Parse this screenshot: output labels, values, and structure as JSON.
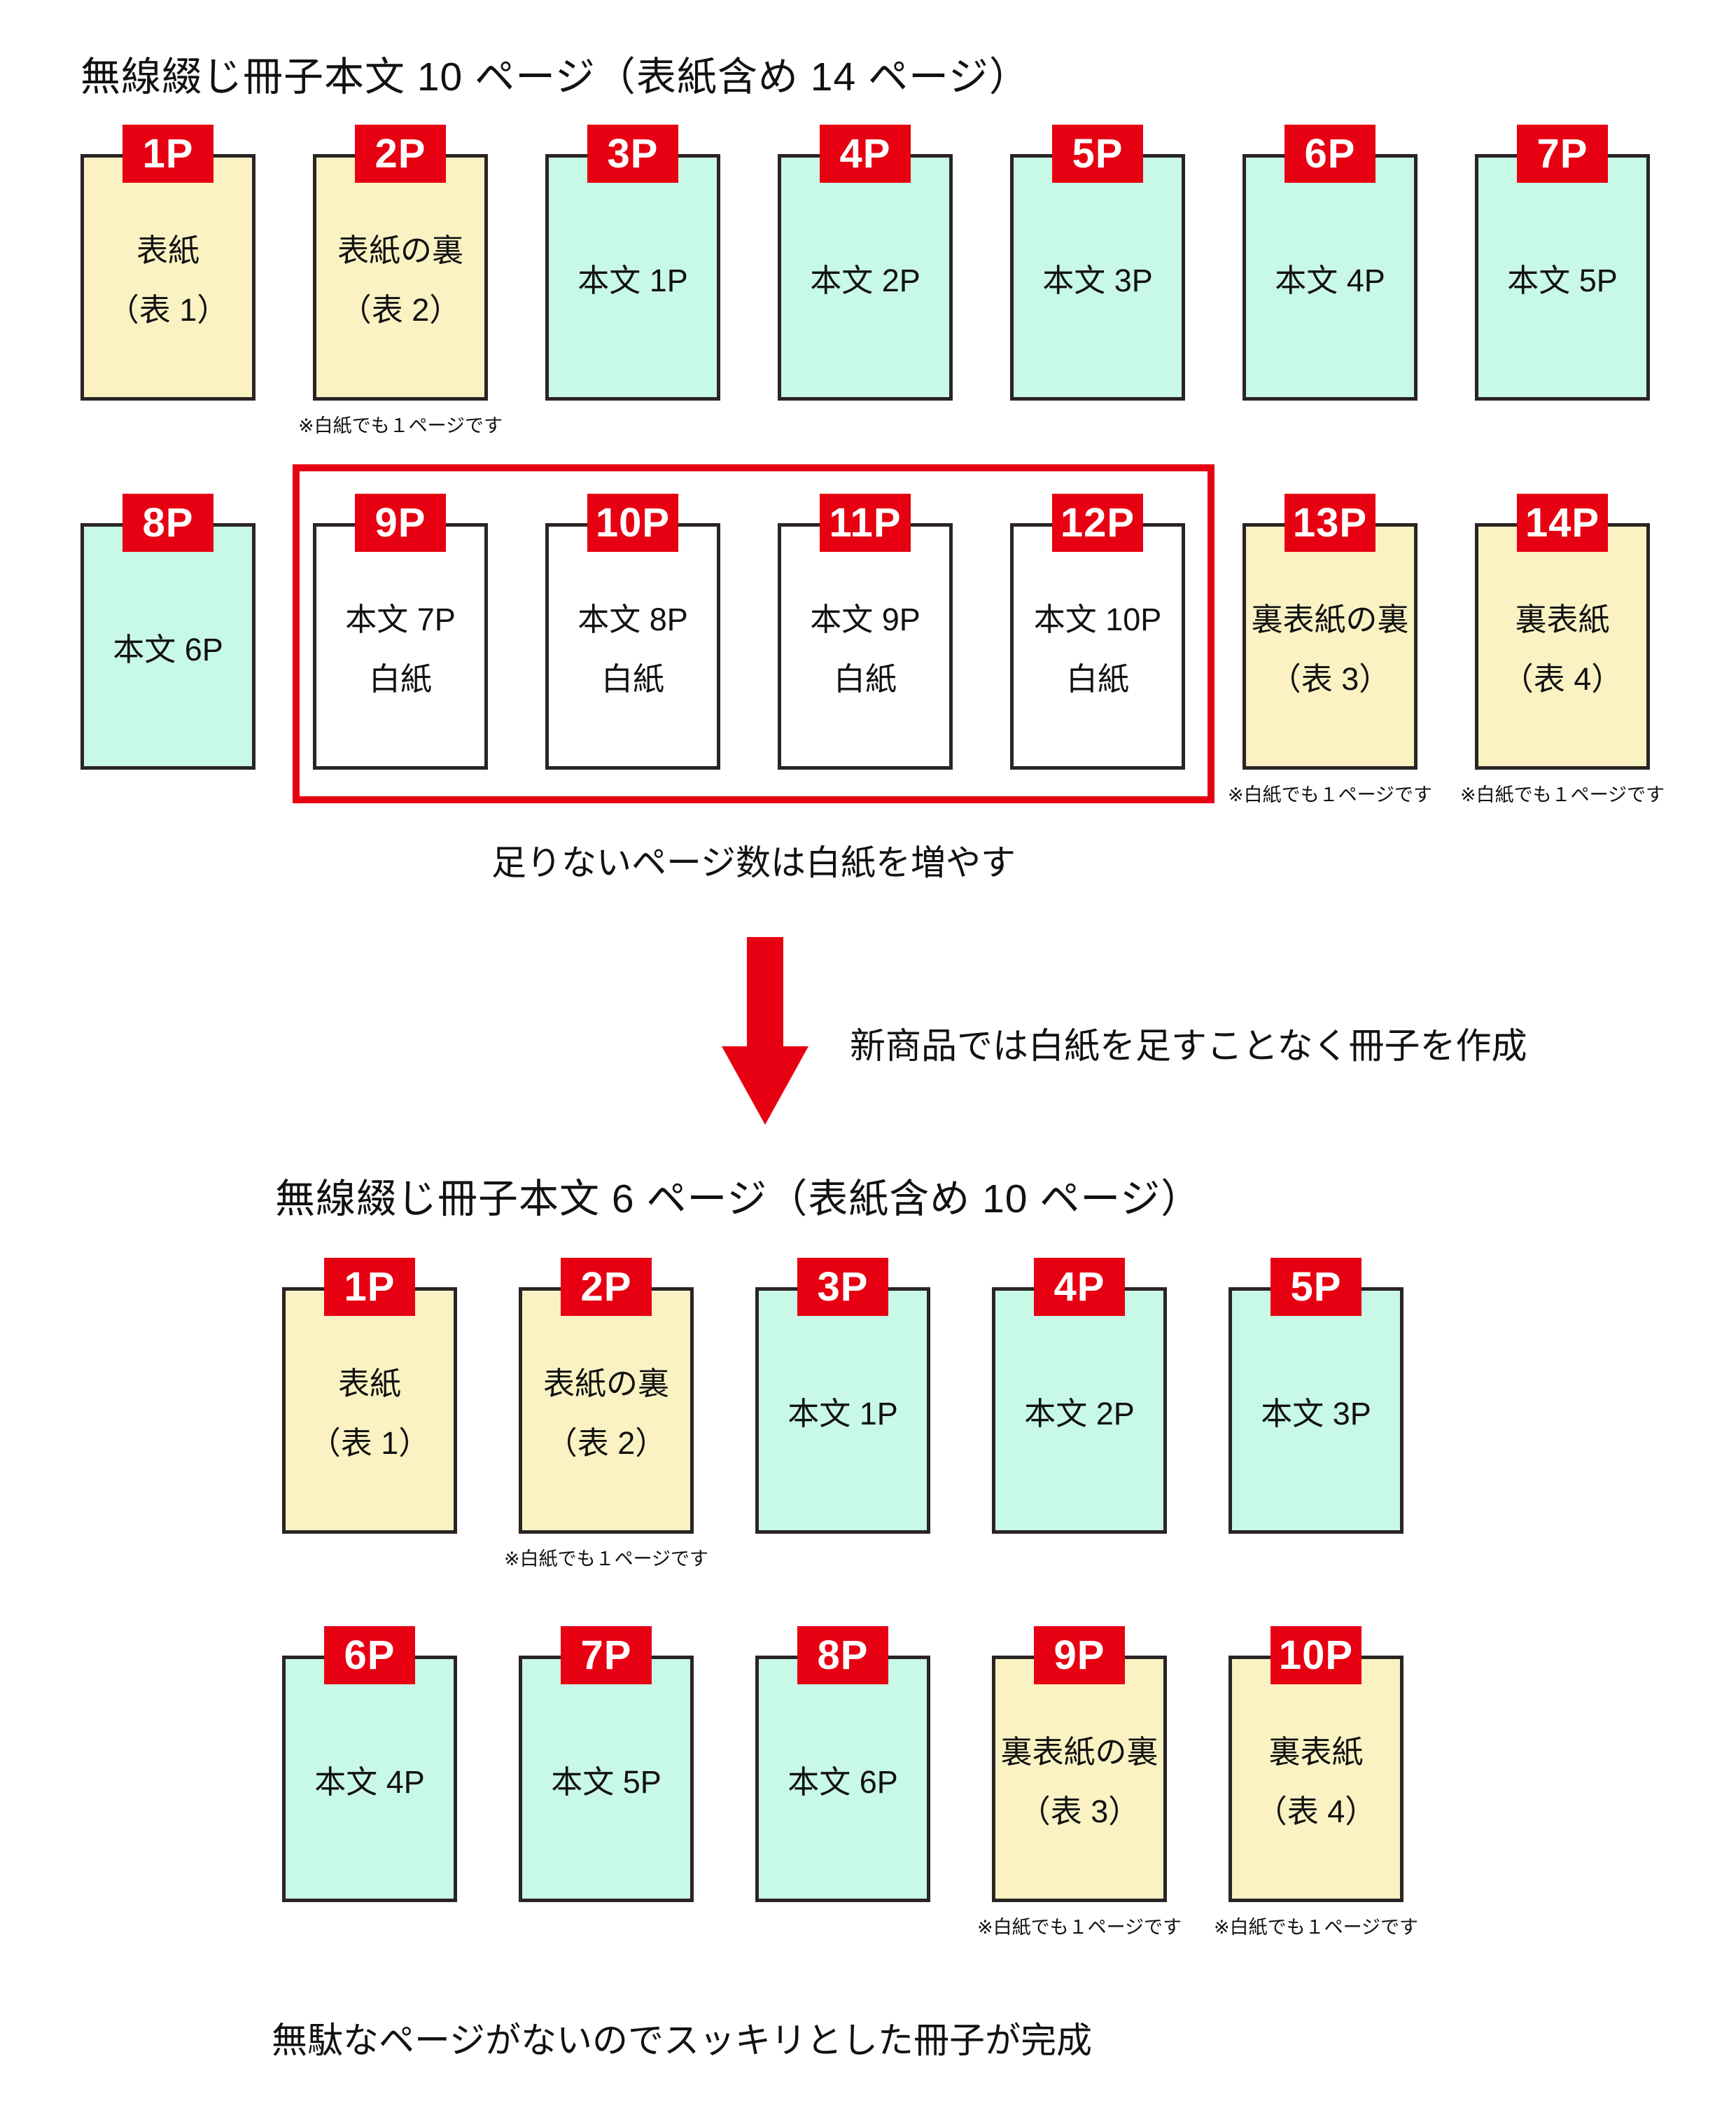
{
  "colors": {
    "red": "#E60012",
    "yellow": "#FBF2C3",
    "mint": "#C8F8E6",
    "white": "#FFFFFF",
    "card_border": "#2B2424",
    "text": "#111111"
  },
  "section_old": {
    "title": "無線綴じ冊子本文 10 ページ（表紙含め 14 ページ）",
    "row1": [
      {
        "page": "1P",
        "lines": [
          "表紙",
          "（表 1）"
        ],
        "fill": "yellow"
      },
      {
        "page": "2P",
        "lines": [
          "表紙の裏",
          "（表 2）"
        ],
        "fill": "yellow",
        "note": "※白紙でも１ページです"
      },
      {
        "page": "3P",
        "lines": [
          "本文 1P"
        ],
        "fill": "mint"
      },
      {
        "page": "4P",
        "lines": [
          "本文 2P"
        ],
        "fill": "mint"
      },
      {
        "page": "5P",
        "lines": [
          "本文 3P"
        ],
        "fill": "mint"
      },
      {
        "page": "6P",
        "lines": [
          "本文 4P"
        ],
        "fill": "mint"
      },
      {
        "page": "7P",
        "lines": [
          "本文 5P"
        ],
        "fill": "mint"
      }
    ],
    "row2": [
      {
        "page": "8P",
        "lines": [
          "本文 6P"
        ],
        "fill": "mint"
      },
      {
        "page": "9P",
        "lines": [
          "本文 7P",
          "白紙"
        ],
        "fill": "white"
      },
      {
        "page": "10P",
        "lines": [
          "本文 8P",
          "白紙"
        ],
        "fill": "white"
      },
      {
        "page": "11P",
        "lines": [
          "本文 9P",
          "白紙"
        ],
        "fill": "white"
      },
      {
        "page": "12P",
        "lines": [
          "本文 10P",
          "白紙"
        ],
        "fill": "white"
      },
      {
        "page": "13P",
        "lines": [
          "裏表紙の裏",
          "（表 3）"
        ],
        "fill": "yellow",
        "note": "※白紙でも１ページです"
      },
      {
        "page": "14P",
        "lines": [
          "裏表紙",
          "（表 4）"
        ],
        "fill": "yellow",
        "note": "※白紙でも１ページです"
      }
    ],
    "highlight_caption": "足りないページ数は白紙を増やす"
  },
  "transition": {
    "arrow_caption": "新商品では白紙を足すことなく冊子を作成"
  },
  "section_new": {
    "title": "無線綴じ冊子本文 6 ページ（表紙含め 10 ページ）",
    "row1": [
      {
        "page": "1P",
        "lines": [
          "表紙",
          "（表 1）"
        ],
        "fill": "yellow"
      },
      {
        "page": "2P",
        "lines": [
          "表紙の裏",
          "（表 2）"
        ],
        "fill": "yellow",
        "note": "※白紙でも１ページです"
      },
      {
        "page": "3P",
        "lines": [
          "本文 1P"
        ],
        "fill": "mint"
      },
      {
        "page": "4P",
        "lines": [
          "本文 2P"
        ],
        "fill": "mint"
      },
      {
        "page": "5P",
        "lines": [
          "本文 3P"
        ],
        "fill": "mint"
      }
    ],
    "row2": [
      {
        "page": "6P",
        "lines": [
          "本文 4P"
        ],
        "fill": "mint"
      },
      {
        "page": "7P",
        "lines": [
          "本文 5P"
        ],
        "fill": "mint"
      },
      {
        "page": "8P",
        "lines": [
          "本文 6P"
        ],
        "fill": "mint"
      },
      {
        "page": "9P",
        "lines": [
          "裏表紙の裏",
          "（表 3）"
        ],
        "fill": "yellow",
        "note": "※白紙でも１ページです"
      },
      {
        "page": "10P",
        "lines": [
          "裏表紙",
          "（表 4）"
        ],
        "fill": "yellow",
        "note": "※白紙でも１ページです"
      }
    ],
    "bottom_caption": "無駄なページがないのでスッキリとした冊子が完成"
  }
}
